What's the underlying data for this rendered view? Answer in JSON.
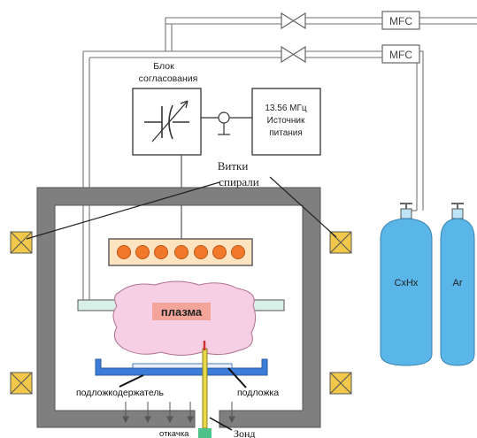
{
  "labels": {
    "mfc_top": "MFC",
    "mfc_bottom": "MFC",
    "matching_unit_line1": "Блок",
    "matching_unit_line2": "согласования",
    "power_line1": "13.56 МГц",
    "power_line2": "Источник",
    "power_line3": "питания",
    "coil_line1": "Витки",
    "coil_line2": "спирали",
    "plasma": "плазма",
    "cylinder_1": "CxHx",
    "cylinder_2": "Ar",
    "substrate_holder": "подложкодержатель",
    "substrate": "подложка",
    "pump": "откачка",
    "probe": "Зонд"
  },
  "colors": {
    "chamber_wall": "#7f7f7f",
    "plasma_fill": "#f6cfe4",
    "plasma_label_bg": "#f4a59a",
    "coil_turn": "#f07828",
    "coil_box": "#fde3c0",
    "cylinder": "#5ab5e8",
    "holder": "#3b7dd8",
    "probe": "#e8d84a",
    "cross_box": "#f2c84b"
  }
}
